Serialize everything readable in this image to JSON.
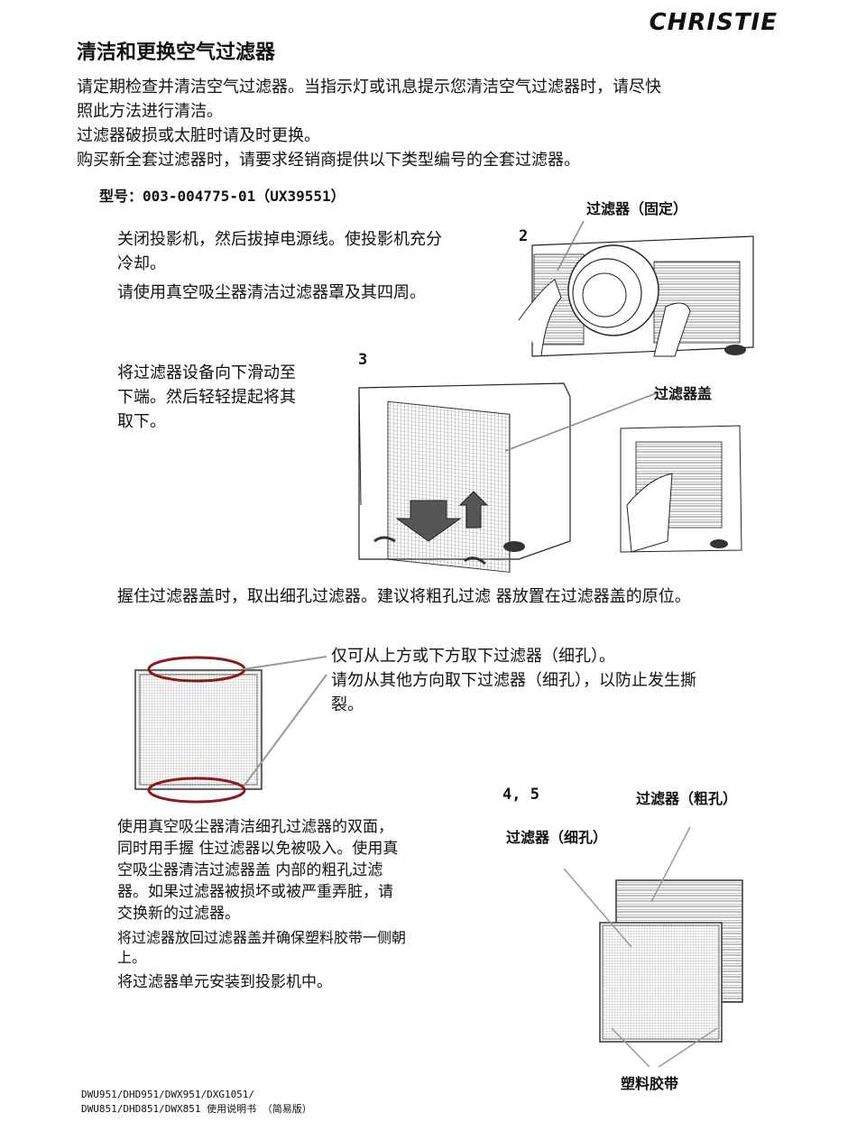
{
  "brand": "CHRISTIE",
  "title": "清洁和更换空气过滤器",
  "intro": {
    "line1": "请定期检查并清洁空气过滤器。当指示灯或讯息提示您清洁空气过滤器时，请尽快",
    "line2": "照此方法进行清洁。",
    "line3": "过滤器破损或太脏时请及时更换。",
    "line4": "购买新全套过滤器时，请要求经销商提供以下类型编号的全套过滤器。"
  },
  "model": "型号：003-004775-01（UX39551）",
  "step1": {
    "line1": "关闭投影机，然后拔掉电源线。使投影机充分",
    "line2": "冷却。",
    "line3": "请使用真空吸尘器清洁过滤器罩及其四周。"
  },
  "step2_number": "2",
  "label_filter_fixed": "过滤器（固定）",
  "step3_number": "3",
  "step3": {
    "line1": "将过滤器设备向下滑动至",
    "line2": "下端。然后轻轻提起将其",
    "line3": "取下。"
  },
  "label_filter_cover": "过滤器盖",
  "grip_text": "握住过滤器盖时，取出细孔过滤器。建议将粗孔过滤 器放置在过滤器盖的原位。",
  "note": {
    "line1": "仅可从上方或下方取下过滤器（细孔）。",
    "line2": "请勿从其他方向取下过滤器（细孔），以防止发生撕",
    "line3": "裂。"
  },
  "step45_number": "4, 5",
  "label_coarse": "过滤器（粗孔）",
  "label_fine": "过滤器（细孔）",
  "step4": {
    "line1": "使用真空吸尘器清洁细孔过滤器的双面，",
    "line2": "同时用手握 住过滤器以免被吸入。使用真",
    "line3": "空吸尘器清洁过滤器盖 内部的粗孔过滤",
    "line4": "器。如果过滤器被损坏或被严重弄脏，请",
    "line5": "交换新的过滤器。",
    "line6": "将过滤器放回过滤器盖并确保塑料胶带一侧朝",
    "line7": "上。",
    "line8": "将过滤器单元安装到投影机中。"
  },
  "label_tape": "塑料胶带",
  "footer": {
    "line1": "DWU951/DHD951/DWX951/DXG1051/",
    "line2": "DWU851/DHD851/DWX851 使用说明书 （简易版）"
  }
}
